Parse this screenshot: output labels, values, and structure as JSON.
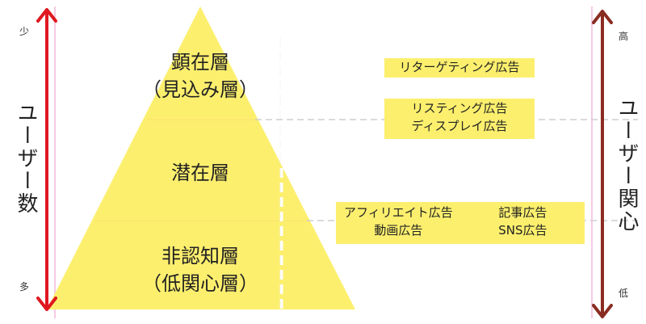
{
  "colors": {
    "pyramid": "#fcef6e",
    "box": "#fcef6e",
    "left_arrow": "#e0171f",
    "right_arrow": "#8b2c22",
    "divider": "#cfcfcf",
    "pink_line": "#f2b9dc"
  },
  "left_axis": {
    "title": "ユーザー数",
    "top_label": "少",
    "bottom_label": "多"
  },
  "right_axis": {
    "title": "ユーザー関心",
    "top_label": "高",
    "bottom_label": "低"
  },
  "layers": [
    {
      "name": "顕在層",
      "sub": "（見込み層）"
    },
    {
      "name": "潜在層"
    },
    {
      "name": "非認知層",
      "sub": "（低関心層）"
    }
  ],
  "ads": {
    "retargeting": "リターゲティング広告",
    "search_listing": "リスティング広告",
    "display": "ディスプレイ広告",
    "affiliate": "アフィリエイト広告",
    "article": "記事広告",
    "video": "動画広告",
    "sns": "SNS広告"
  }
}
